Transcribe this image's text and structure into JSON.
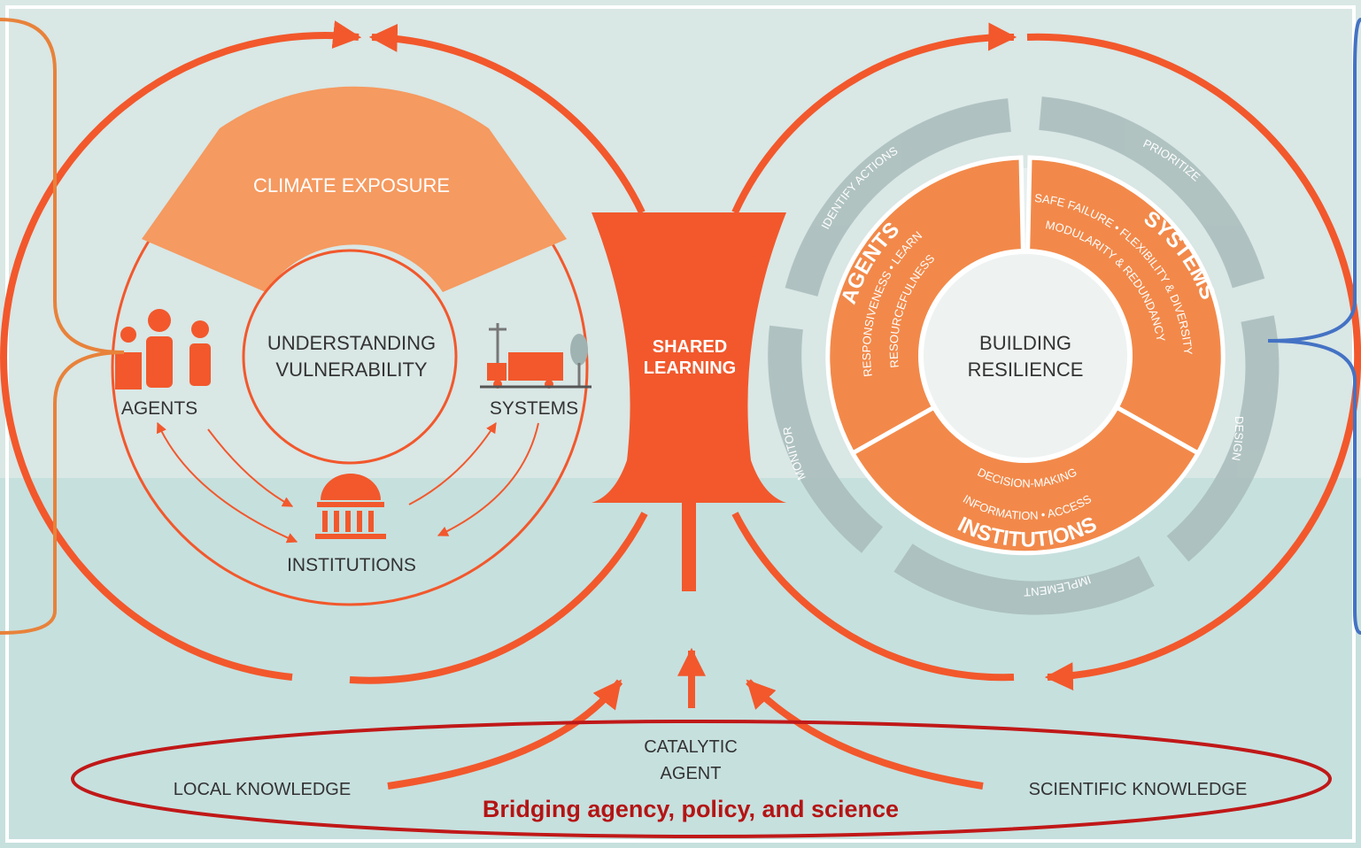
{
  "left_cycle": {
    "exposure_label": "CLIMATE EXPOSURE",
    "center_line1": "UNDERSTANDING",
    "center_line2": "VULNERABILITY",
    "agents_label": "AGENTS",
    "systems_label": "SYSTEMS",
    "institutions_label": "INSTITUTIONS"
  },
  "center": {
    "line1": "SHARED",
    "line2": "LEARNING",
    "catalytic_line1": "CATALYTIC",
    "catalytic_line2": "AGENT",
    "local_knowledge": "LOCAL KNOWLEDGE",
    "scientific_knowledge": "SCIENTIFIC KNOWLEDGE",
    "bridging_caption": "Bridging agency, policy, and science"
  },
  "right_cycle": {
    "center_line1": "BUILDING",
    "center_line2": "RESILIENCE",
    "agents_title": "AGENTS",
    "agents_line1": "RESPONSIVENESS • LEARN",
    "agents_line2": "RESOURCEFULNESS",
    "systems_title": "SYSTEMS",
    "systems_line1": "SAFE FAILURE • FLEXIBILITY & DIVERSITY",
    "systems_line2": "MODULARITY & REDUNDANCY",
    "institutions_title": "INSTITUTIONS",
    "institutions_line1": "INFORMATION • ACCESS",
    "institutions_line2": "DECISION-MAKING",
    "steps": [
      "IDENTIFY ACTIONS",
      "PRIORITIZE",
      "DESIGN",
      "IMPLEMENT",
      "MONITOR"
    ]
  },
  "colors": {
    "accent_orange": "#f2582c",
    "light_orange": "#f59a60",
    "slate_gray": "#9fb3b2",
    "caption_red": "#b41414",
    "ellipse_red": "#c01818",
    "left_bracket": "#e8823a",
    "right_bracket": "#4472c4"
  }
}
